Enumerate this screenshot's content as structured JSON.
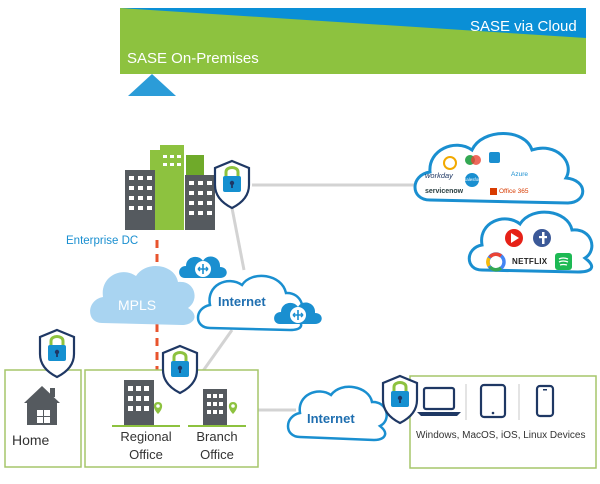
{
  "banner": {
    "cloud_label": "SASE via Cloud",
    "onprem_label": "SASE On-Premises",
    "cloud_color": "#0a8fd6",
    "onprem_color": "#8dc23f"
  },
  "nodes": {
    "enterprise_dc": "Enterprise DC",
    "mpls": "MPLS",
    "internet_core": "Internet",
    "internet_edge": "Internet",
    "home": "Home",
    "regional_office": "Regional Office",
    "branch_office": "Branch Office",
    "devices": "Windows, MacOS, iOS, Linux Devices"
  },
  "saas_logos": {
    "workday": "workday",
    "azure": "Azure",
    "salesforce": "salesforce",
    "servicenow": "servicenow",
    "office365": "Office 365",
    "netflix": "NETFLIX"
  },
  "icons": [
    "lock-shield-icon",
    "building-icon",
    "router-cloud-icon",
    "home-icon",
    "office-building-icon",
    "laptop-icon",
    "tablet-icon",
    "phone-icon",
    "youtube-icon",
    "facebook-icon",
    "google-icon",
    "spotify-icon"
  ],
  "colors": {
    "accent_blue": "#1a8fd0",
    "shield_navy": "#1f3864",
    "lock_green": "#8dc23f",
    "mpls_dash": "#e8542e",
    "box_border": "#a5c66a"
  }
}
